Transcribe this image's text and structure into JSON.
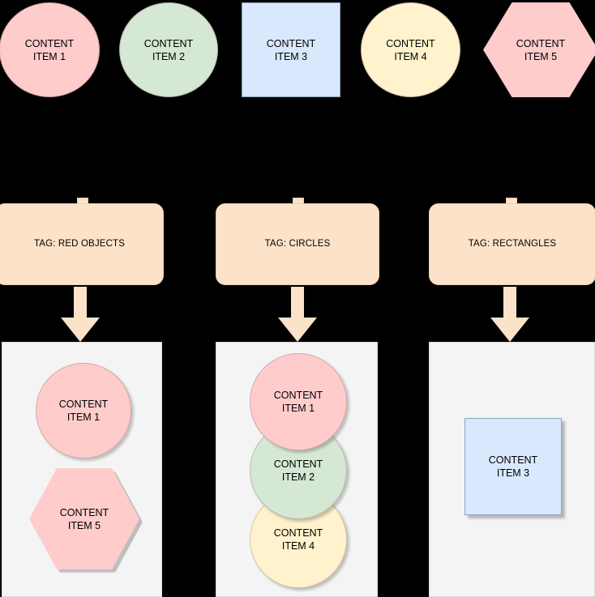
{
  "colors": {
    "background": "#000000",
    "pink": "#FFCCCC",
    "green": "#D5E8D4",
    "blue": "#D9E8FC",
    "yellow": "#FFF2CC",
    "peach": "#FCE2C8",
    "panel": "#F4F4F4",
    "text": "#000000"
  },
  "source_row": {
    "items": [
      {
        "id": "item-1",
        "label": "CONTENT\nITEM 1",
        "shape": "circle",
        "color": "#FFCCCC"
      },
      {
        "id": "item-2",
        "label": "CONTENT\nITEM 2",
        "shape": "circle",
        "color": "#D5E8D4"
      },
      {
        "id": "item-3",
        "label": "CONTENT\nITEM 3",
        "shape": "rectangle",
        "color": "#D9E8FC"
      },
      {
        "id": "item-4",
        "label": "CONTENT\nITEM 4",
        "shape": "circle",
        "color": "#FFF2CC"
      },
      {
        "id": "item-5",
        "label": "CONTENT\nITEM 5",
        "shape": "hexagon",
        "color": "#FFCCCC"
      }
    ]
  },
  "tags": [
    {
      "id": "tag-red-objects",
      "label": "TAG: RED OBJECTS"
    },
    {
      "id": "tag-circles",
      "label": "TAG: CIRCLES"
    },
    {
      "id": "tag-rectangles",
      "label": "TAG: RECTANGLES"
    }
  ],
  "results": [
    {
      "id": "result-red-objects",
      "items": [
        {
          "id": "res-1-1",
          "label": "CONTENT\nITEM 1",
          "shape": "circle",
          "color": "#FFCCCC"
        },
        {
          "id": "res-1-2",
          "label": "CONTENT\nITEM 5",
          "shape": "hexagon",
          "color": "#FFCCCC"
        }
      ]
    },
    {
      "id": "result-circles",
      "items": [
        {
          "id": "res-2-1",
          "label": "CONTENT\nITEM 1",
          "shape": "circle",
          "color": "#FFCCCC"
        },
        {
          "id": "res-2-2",
          "label": "CONTENT\nITEM 2",
          "shape": "circle",
          "color": "#D5E8D4"
        },
        {
          "id": "res-2-3",
          "label": "CONTENT\nITEM 4",
          "shape": "circle",
          "color": "#FFF2CC"
        }
      ]
    },
    {
      "id": "result-rectangles",
      "items": [
        {
          "id": "res-3-1",
          "label": "CONTENT\nITEM 3",
          "shape": "rectangle",
          "color": "#D9E8FC"
        }
      ]
    }
  ],
  "arrows": [
    {
      "id": "arrow-red-objects",
      "direction": "down"
    },
    {
      "id": "arrow-circles",
      "direction": "down"
    },
    {
      "id": "arrow-rectangles",
      "direction": "down"
    }
  ]
}
